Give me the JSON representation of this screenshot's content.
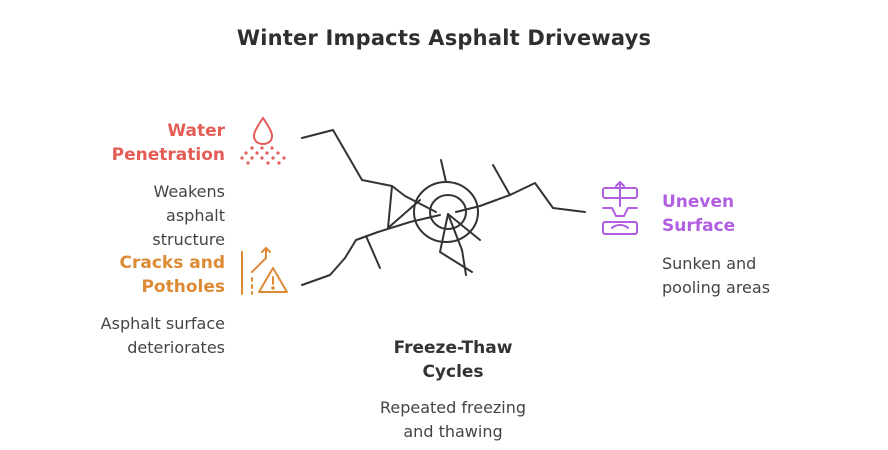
{
  "title": "Winter Impacts Asphalt Driveways",
  "items": {
    "water": {
      "heading_line1": "Water",
      "heading_line2": "Penetration",
      "desc_line1": "Weakens",
      "desc_line2": "asphalt",
      "desc_line3": "structure",
      "color": "#e35d56",
      "icon": "water-drop-spray-icon"
    },
    "cracks": {
      "heading_line1": "Cracks and",
      "heading_line2": "Potholes",
      "desc_line1": "Asphalt surface",
      "desc_line2": "deteriorates",
      "color": "#dd8a35",
      "icon": "road-warning-icon"
    },
    "uneven": {
      "heading_line1": "Uneven",
      "heading_line2": "Surface",
      "desc_line1": "Sunken and",
      "desc_line2": "pooling areas",
      "color": "#b15ee0",
      "icon": "sinking-surface-icon"
    },
    "freeze": {
      "heading_line1": "Freeze-Thaw",
      "heading_line2": "Cycles",
      "desc_line1": "Repeated freezing",
      "desc_line2": "and thawing",
      "color": "#333333"
    }
  }
}
